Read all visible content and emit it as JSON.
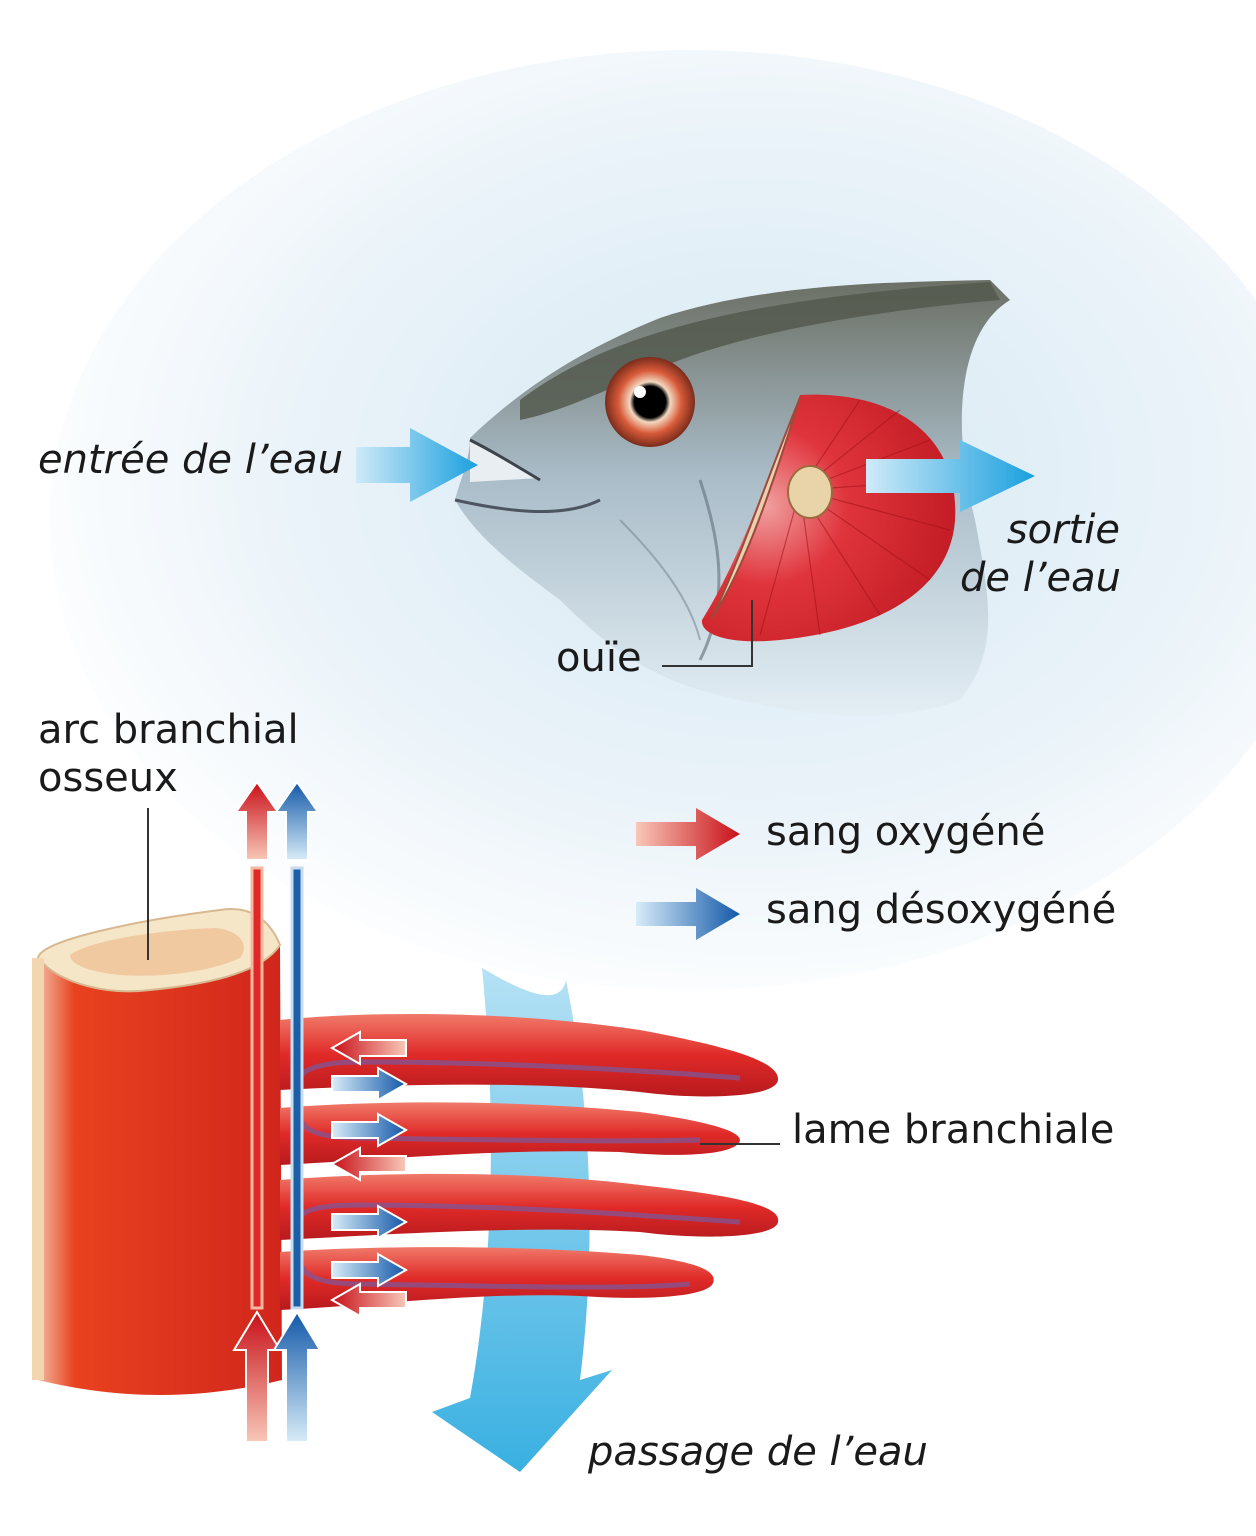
{
  "labels": {
    "water_in": "entrée de l’eau",
    "water_out_line1": "sortie",
    "water_out_line2": "de l’eau",
    "gill": "ouïe",
    "arch_line1": "arc branchial",
    "arch_line2": "osseux",
    "lamella": "lame branchiale",
    "water_passage": "passage de l’eau"
  },
  "legend": [
    {
      "label": "sang oxygéné",
      "color": "#d0121b"
    },
    {
      "label": "sang désoxygéné",
      "color": "#1a5fa8"
    }
  ],
  "colors": {
    "water_arrow": "#2fa8dc",
    "oxygenated": "#d0121b",
    "deoxygenated": "#1a5fa8",
    "tissue": "#e8331c",
    "bone": "#f6e2b8"
  }
}
